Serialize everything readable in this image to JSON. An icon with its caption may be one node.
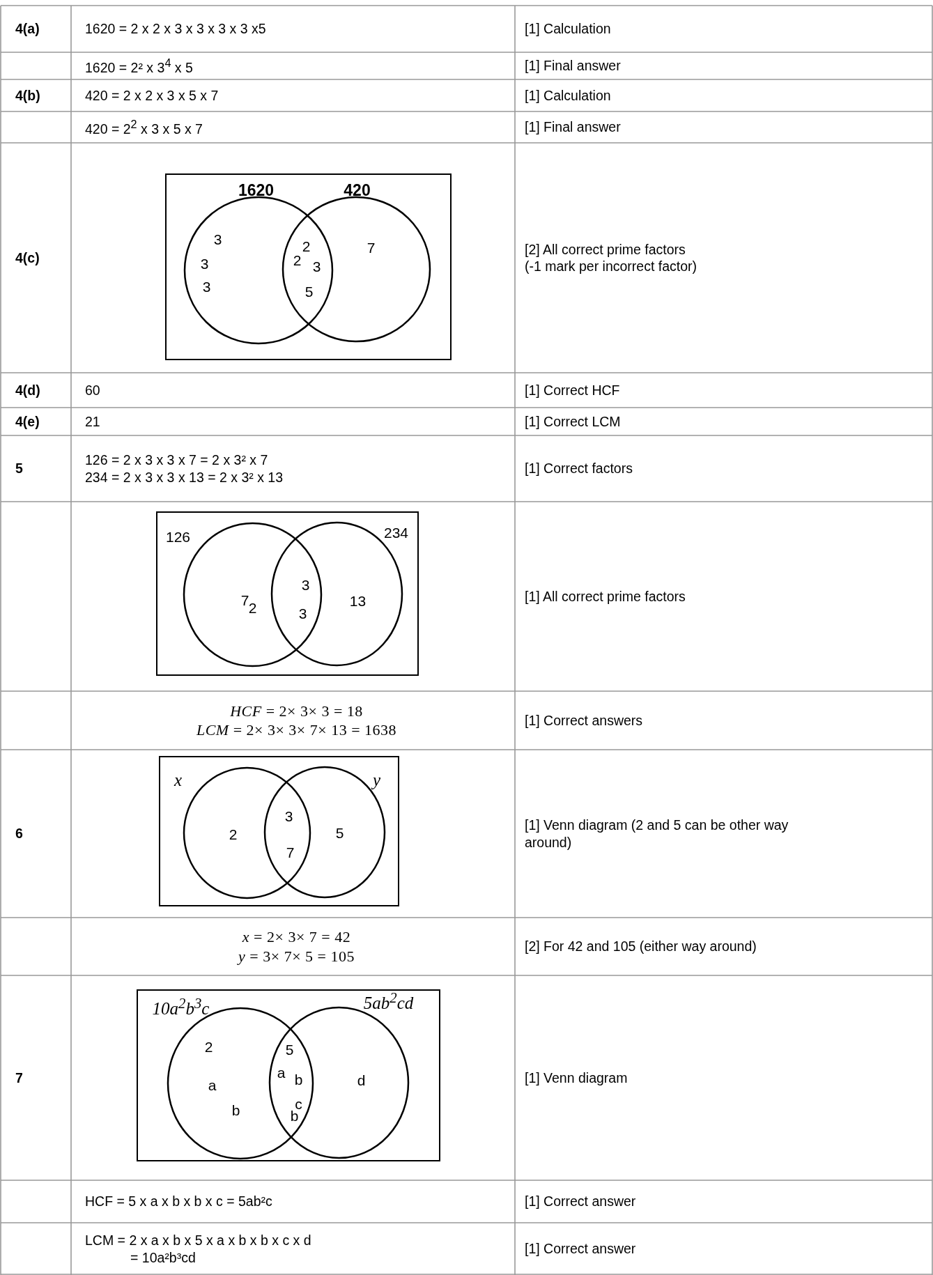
{
  "diagram": {
    "nodes": [
      {
        "text": [],
        "shape": "box"
      },
      {
        "text": [
          "1620"
        ],
        "in": 0
      },
      {
        "text": [
          "420"
        ],
        "in": 0
      },
      {
        "text": [],
        "shape": "box"
      },
      {
        "text": [
          "126"
        ],
        "in": 3
      },
      {
        "text": [
          "234"
        ],
        "in": 3
      },
      {
        "text": [],
        "shape": "box"
      },
      {
        "text": [
          "x"
        ],
        "in": 6
      },
      {
        "text": [
          "y"
        ],
        "in": 6
      },
      {
        "text": [],
        "shape": "box"
      },
      {
        "text": [
          "10a$^{2}$b$^{3}$c"
        ],
        "in": 9
      },
      {
        "text": [
          "5ab$^{2}$cd"
        ],
        "in": 9
      }
    ],
    "labels": [
      "4(a)",
      "1620 = 2 x 2 x 3 x 3 x 3 x 3 x5",
      "[1] Calculation",
      "1620 = 2² x 3$^{4}$ x 5",
      "[1] Final answer",
      "4(b)",
      "420 = 2 x 2 x 3 x 5 x 7",
      "[1] Calculation",
      "420 = 2$^{2}$ x 3 x 5 x 7",
      "[1] Final answer",
      "4(c)",
      "3",
      "2",
      "7",
      "3",
      "2",
      "3",
      "3",
      "5",
      "[2] All correct prime factors",
      "(-1 mark per incorrect factor)",
      "4(d)",
      "60",
      "[1] Correct HCF",
      "4(e)",
      "21",
      "[1] Correct LCM",
      "5",
      "126 = 2 x 3 x 3 x 7 = 2 x 3² x 7",
      "234 = 2 x 3 x 3 x 13 = 2 x 3² x 13",
      "[1] Correct factors",
      "3",
      "7",
      "2",
      "13",
      "3",
      "[1] All correct prime factors",
      "*HCF* = 2× 3× 3 = 18",
      "*LCM* = 2× 3× 3× 7× 13 = 1638",
      "[1] Correct answers",
      "6",
      "3",
      "2",
      "5",
      "7",
      "[1] Venn diagram (2 and 5 can be other way around)",
      "*x* = 2× 3× 7 = 42",
      "*y* = 3× 7× 5 = 105",
      "[2] For 42 and 105 (either way around)",
      "7",
      "2",
      "5",
      "a",
      "b",
      "d",
      "a",
      "c",
      "b",
      "b",
      "[1] Venn diagram",
      "HCF = 5 x a x b x b x c = 5ab²c",
      "[1] Correct answer",
      "LCM = 2 x a x b x 5 x a x b x b x c x d",
      "= 10a²b³cd",
      "[1] Correct answer"
    ]
  }
}
